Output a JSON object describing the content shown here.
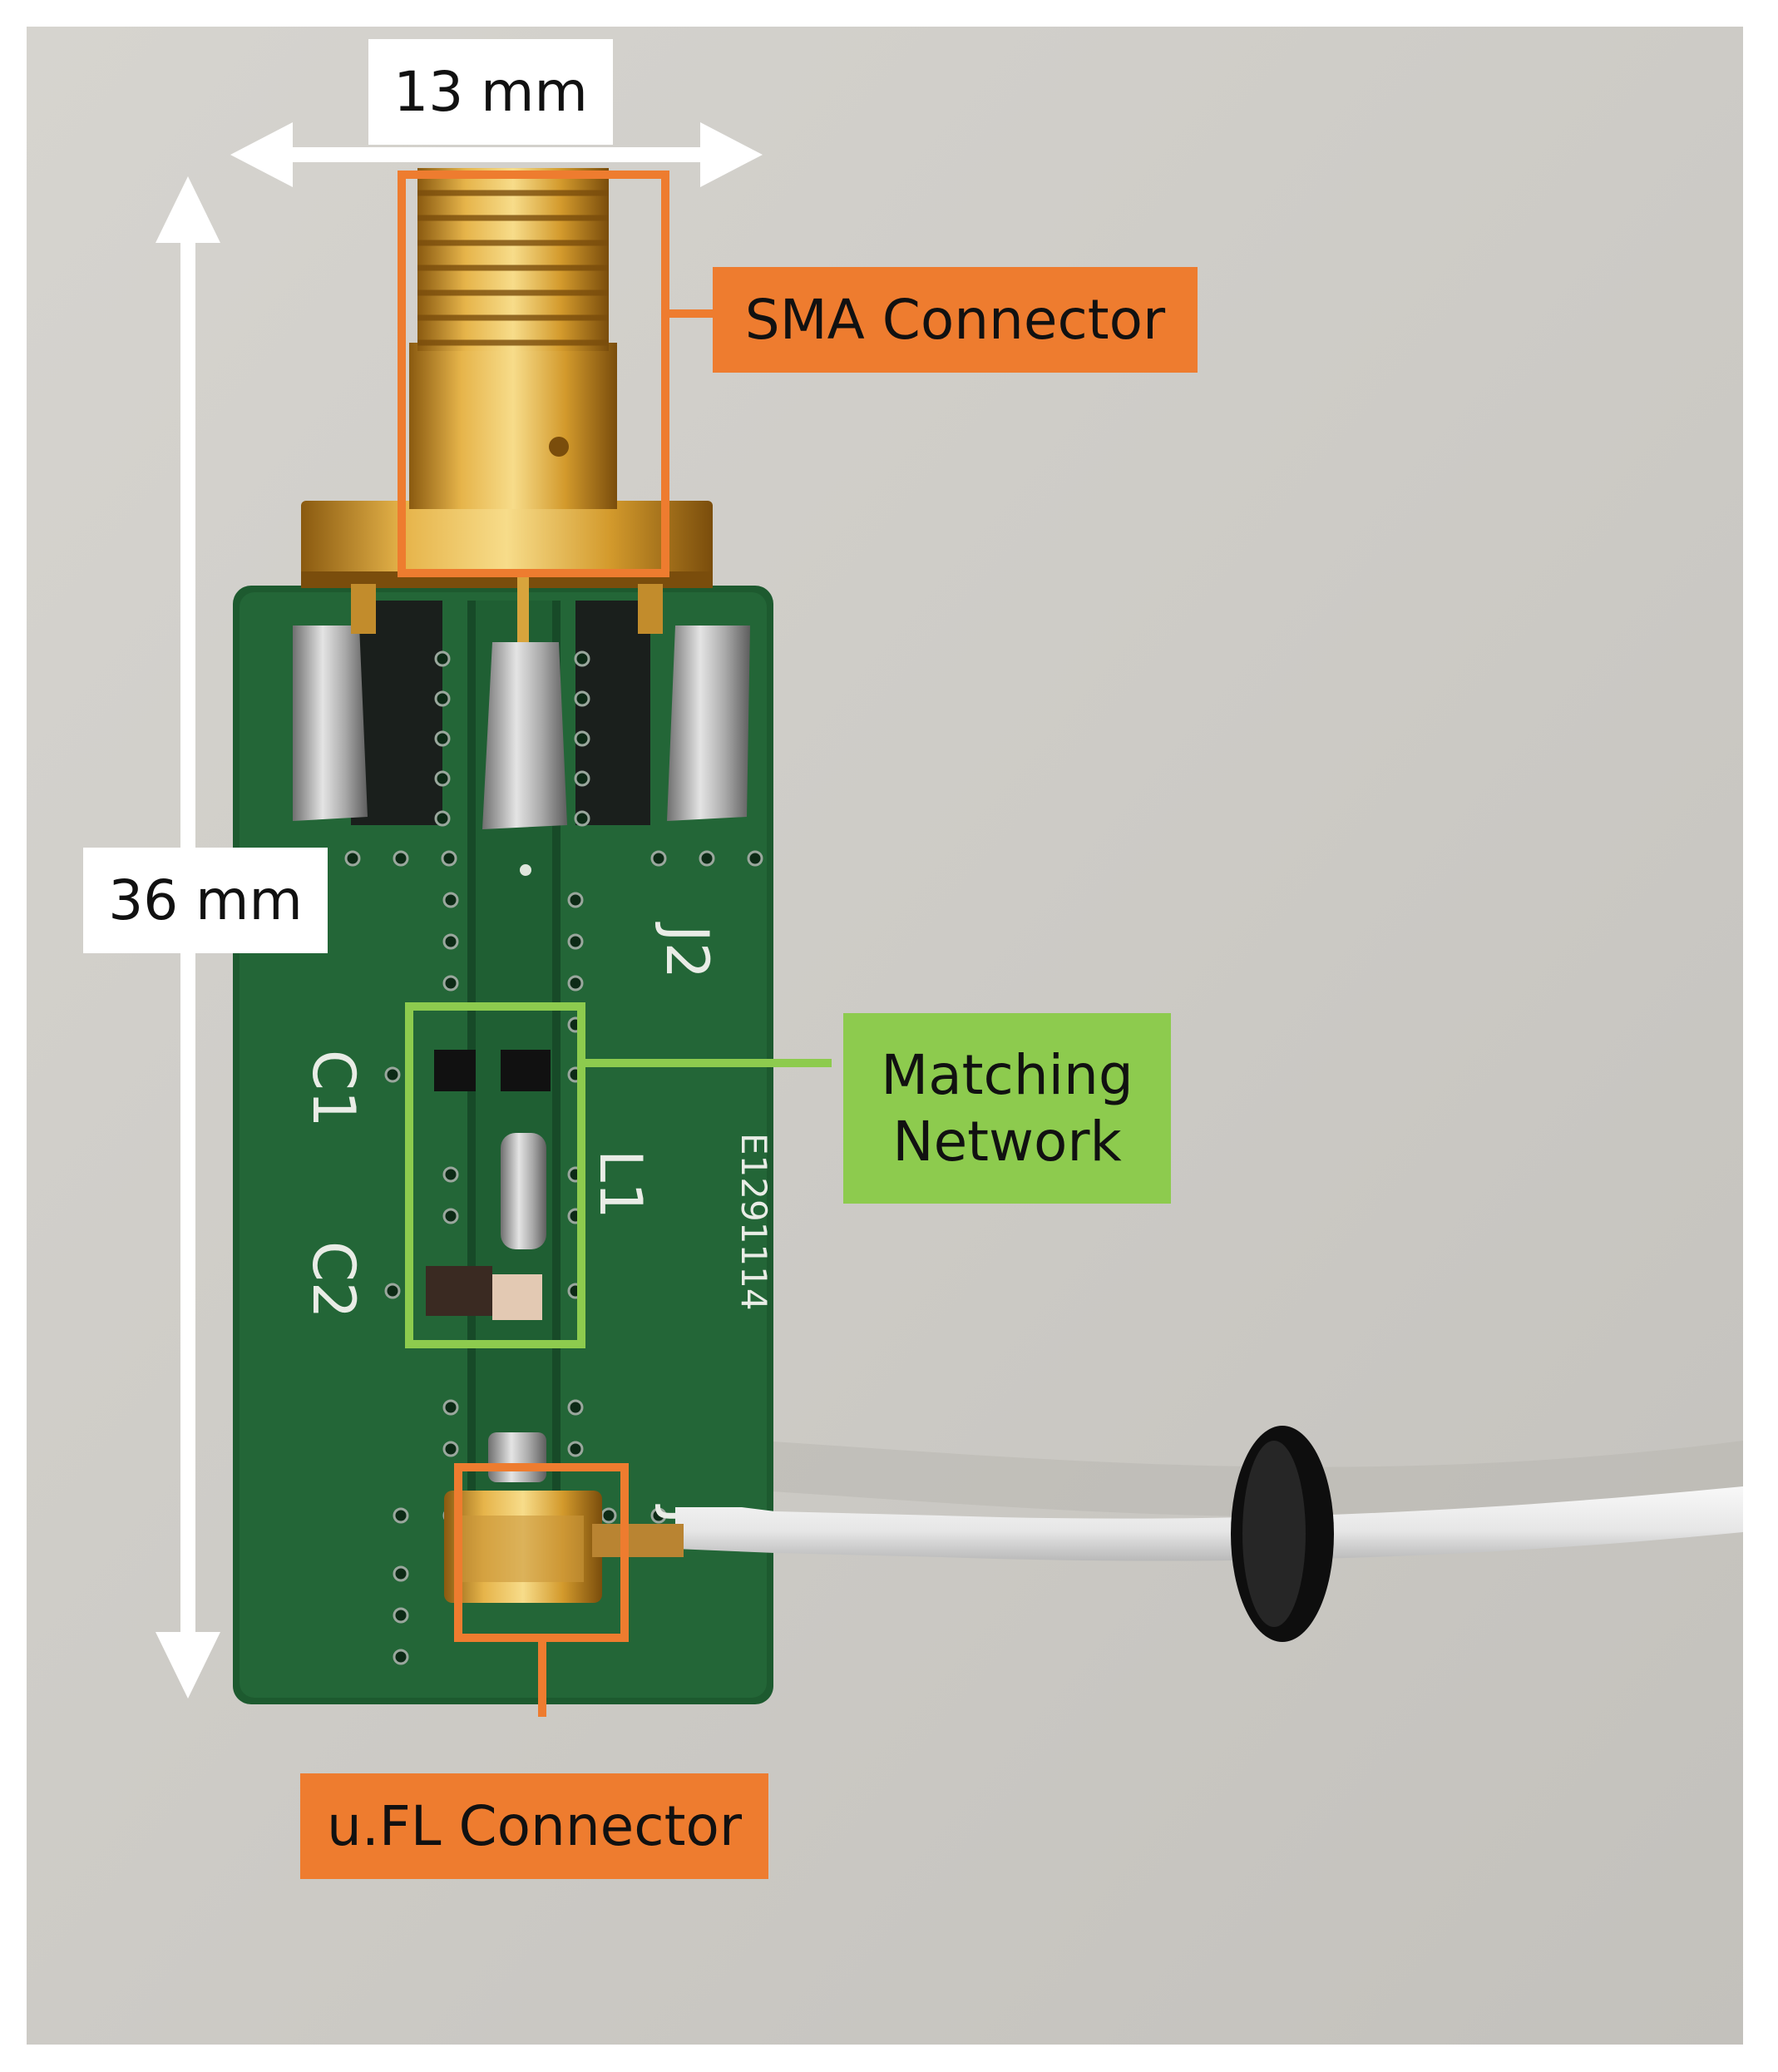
{
  "annotations": {
    "width_dimension": "13 mm",
    "height_dimension": "36 mm",
    "sma_connector": "SMA Connector",
    "matching_network_line1": "Matching",
    "matching_network_line2": "Network",
    "ufl_connector": "u.FL Connector"
  },
  "pcb_silkscreen": {
    "j2": "J2",
    "c1": "C1",
    "l1": "L1",
    "c2": "C2",
    "j1": "J1",
    "board_code": "E1291114"
  },
  "colors": {
    "sma_highlight": "#ee7c2f",
    "matching_highlight": "#8dcb4e",
    "dimension_label_bg": "#ffffff",
    "pcb_green": "#1d5a2f",
    "background": "#cfcdc8"
  }
}
